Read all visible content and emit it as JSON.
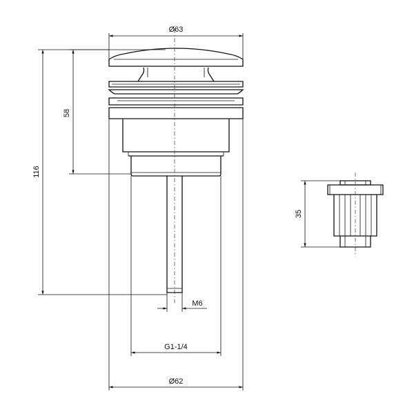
{
  "dimensions": {
    "top_diameter": "Ø63",
    "height_overall": "116",
    "height_upper": "58",
    "stem_thread": "M6",
    "body_thread": "G1-1/4",
    "bottom_diameter": "Ø62",
    "insert_height": "35"
  }
}
